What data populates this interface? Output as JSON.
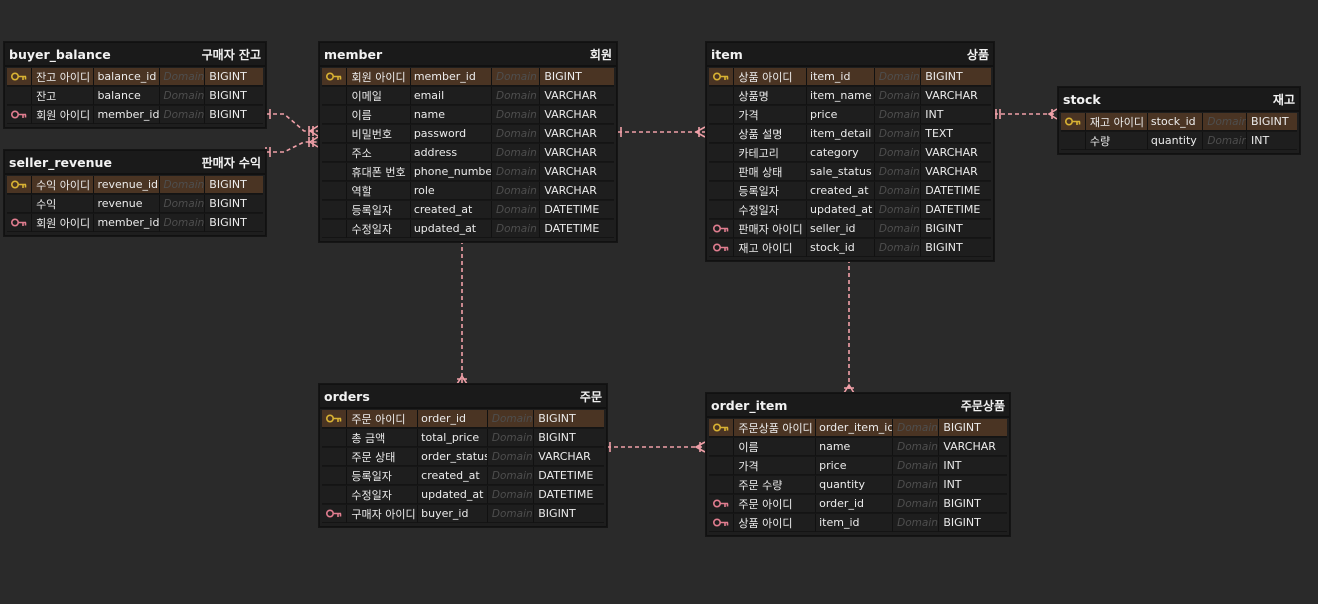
{
  "colors": {
    "background": "#2a2a2a",
    "table_body": "#1e1e1e",
    "pk_row": "#4a3423",
    "pk_key": "#d9b233",
    "fk_key": "#e07d8f",
    "relation_line": "#f0a0a8"
  },
  "tables": {
    "buyer_balance": {
      "name": "buyer_balance",
      "comment": "구매자 잔고",
      "rows": [
        {
          "key": "pk",
          "logical": "잔고 아이디",
          "physical": "balance_id",
          "domain": "Domain",
          "type": "BIGINT"
        },
        {
          "key": "",
          "logical": "잔고",
          "physical": "balance",
          "domain": "Domain",
          "type": "BIGINT"
        },
        {
          "key": "fk",
          "logical": "회원 아이디",
          "physical": "member_id",
          "domain": "Domain",
          "type": "BIGINT"
        }
      ]
    },
    "seller_revenue": {
      "name": "seller_revenue",
      "comment": "판매자 수익",
      "rows": [
        {
          "key": "pk",
          "logical": "수익 아이디",
          "physical": "revenue_id",
          "domain": "Domain",
          "type": "BIGINT"
        },
        {
          "key": "",
          "logical": "수익",
          "physical": "revenue",
          "domain": "Domain",
          "type": "BIGINT"
        },
        {
          "key": "fk",
          "logical": "회원 아이디",
          "physical": "member_id",
          "domain": "Domain",
          "type": "BIGINT"
        }
      ]
    },
    "member": {
      "name": "member",
      "comment": "회원",
      "rows": [
        {
          "key": "pk",
          "logical": "회원 아이디",
          "physical": "member_id",
          "domain": "Domain",
          "type": "BIGINT"
        },
        {
          "key": "",
          "logical": "이메일",
          "physical": "email",
          "domain": "Domain",
          "type": "VARCHAR"
        },
        {
          "key": "",
          "logical": "이름",
          "physical": "name",
          "domain": "Domain",
          "type": "VARCHAR"
        },
        {
          "key": "",
          "logical": "비밀번호",
          "physical": "password",
          "domain": "Domain",
          "type": "VARCHAR"
        },
        {
          "key": "",
          "logical": "주소",
          "physical": "address",
          "domain": "Domain",
          "type": "VARCHAR"
        },
        {
          "key": "",
          "logical": "휴대폰 번호",
          "physical": "phone_number",
          "domain": "Domain",
          "type": "VARCHAR"
        },
        {
          "key": "",
          "logical": "역할",
          "physical": "role",
          "domain": "Domain",
          "type": "VARCHAR"
        },
        {
          "key": "",
          "logical": "등록일자",
          "physical": "created_at",
          "domain": "Domain",
          "type": "DATETIME"
        },
        {
          "key": "",
          "logical": "수정일자",
          "physical": "updated_at",
          "domain": "Domain",
          "type": "DATETIME"
        }
      ]
    },
    "item": {
      "name": "item",
      "comment": "상품",
      "rows": [
        {
          "key": "pk",
          "logical": "상품 아이디",
          "physical": "item_id",
          "domain": "Domain",
          "type": "BIGINT"
        },
        {
          "key": "",
          "logical": "상품명",
          "physical": "item_name",
          "domain": "Domain",
          "type": "VARCHAR"
        },
        {
          "key": "",
          "logical": "가격",
          "physical": "price",
          "domain": "Domain",
          "type": "INT"
        },
        {
          "key": "",
          "logical": "상품 설명",
          "physical": "item_detail",
          "domain": "Domain",
          "type": "TEXT"
        },
        {
          "key": "",
          "logical": "카테고리",
          "physical": "category",
          "domain": "Domain",
          "type": "VARCHAR"
        },
        {
          "key": "",
          "logical": "판매 상태",
          "physical": "sale_status",
          "domain": "Domain",
          "type": "VARCHAR"
        },
        {
          "key": "",
          "logical": "등록일자",
          "physical": "created_at",
          "domain": "Domain",
          "type": "DATETIME"
        },
        {
          "key": "",
          "logical": "수정일자",
          "physical": "updated_at",
          "domain": "Domain",
          "type": "DATETIME"
        },
        {
          "key": "fk",
          "logical": "판매자 아이디",
          "physical": "seller_id",
          "domain": "Domain",
          "type": "BIGINT"
        },
        {
          "key": "fk",
          "logical": "재고 아이디",
          "physical": "stock_id",
          "domain": "Domain",
          "type": "BIGINT"
        }
      ]
    },
    "stock": {
      "name": "stock",
      "comment": "재고",
      "rows": [
        {
          "key": "pk",
          "logical": "재고 아이디",
          "physical": "stock_id",
          "domain": "Domain",
          "type": "BIGINT"
        },
        {
          "key": "",
          "logical": "수량",
          "physical": "quantity",
          "domain": "Domain",
          "type": "INT"
        }
      ]
    },
    "orders": {
      "name": "orders",
      "comment": "주문",
      "rows": [
        {
          "key": "pk",
          "logical": "주문 아이디",
          "physical": "order_id",
          "domain": "Domain",
          "type": "BIGINT"
        },
        {
          "key": "",
          "logical": "총 금액",
          "physical": "total_price",
          "domain": "Domain",
          "type": "BIGINT"
        },
        {
          "key": "",
          "logical": "주문 상태",
          "physical": "order_status",
          "domain": "Domain",
          "type": "VARCHAR"
        },
        {
          "key": "",
          "logical": "등록일자",
          "physical": "created_at",
          "domain": "Domain",
          "type": "DATETIME"
        },
        {
          "key": "",
          "logical": "수정일자",
          "physical": "updated_at",
          "domain": "Domain",
          "type": "DATETIME"
        },
        {
          "key": "fk",
          "logical": "구매자 아이디",
          "physical": "buyer_id",
          "domain": "Domain",
          "type": "BIGINT"
        }
      ]
    },
    "order_item": {
      "name": "order_item",
      "comment": "주문상품",
      "rows": [
        {
          "key": "pk",
          "logical": "주문상품 아이디",
          "physical": "order_item_id",
          "domain": "Domain",
          "type": "BIGINT"
        },
        {
          "key": "",
          "logical": "이름",
          "physical": "name",
          "domain": "Domain",
          "type": "VARCHAR"
        },
        {
          "key": "",
          "logical": "가격",
          "physical": "price",
          "domain": "Domain",
          "type": "INT"
        },
        {
          "key": "",
          "logical": "주문 수량",
          "physical": "quantity",
          "domain": "Domain",
          "type": "INT"
        },
        {
          "key": "fk",
          "logical": "주문 아이디",
          "physical": "order_id",
          "domain": "Domain",
          "type": "BIGINT"
        },
        {
          "key": "fk",
          "logical": "상품 아이디",
          "physical": "item_id",
          "domain": "Domain",
          "type": "BIGINT"
        }
      ]
    }
  }
}
